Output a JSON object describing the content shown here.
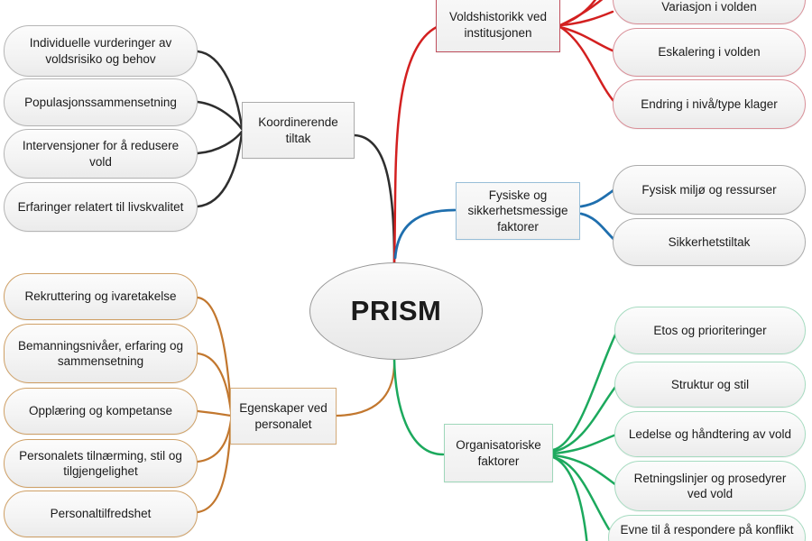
{
  "center": {
    "label": "PRISM"
  },
  "branches": [
    {
      "id": "koordinerende-tiltak",
      "label": "Koordinerende tiltak",
      "line_color": "#2e2e2e",
      "box_border": "#ababab",
      "leaf_border": "#b6b6b6",
      "leaves": [
        "Individuelle vurderinger av voldsrisiko og behov",
        "Populasjonssammensetning",
        "Intervensjoner for å redusere vold",
        "Erfaringer relatert til livskvalitet"
      ]
    },
    {
      "id": "voldshistorikk",
      "label": "Voldshistorikk ved institusjonen",
      "line_color": "#d32020",
      "box_border": "#c0505e",
      "leaf_border": "#d98f98",
      "leaves": [
        "Variasjon i volden",
        "Eskalering  i volden",
        "Endring i nivå/type klager"
      ]
    },
    {
      "id": "fysiske-sikkerhetsmessige",
      "label": "Fysiske og sikkerhetsmessige faktorer",
      "line_color": "#1f6fae",
      "box_border": "#97bed8",
      "leaf_border": "#ababab",
      "leaves": [
        "Fysisk miljø og ressurser",
        "Sikkerhetstiltak"
      ]
    },
    {
      "id": "egenskaper-personalet",
      "label": "Egenskaper ved personalet",
      "line_color": "#c2772e",
      "box_border": "#d4aa78",
      "leaf_border": "#cfa066",
      "leaves": [
        "Rekruttering og ivaretakelse",
        "Bemanningsnivåer, erfaring og sammensetning",
        "Opplæring og kompetanse",
        "Personalets tilnærming, stil og tilgjengelighet",
        "Personaltilfredshet"
      ]
    },
    {
      "id": "organisatoriske-faktorer",
      "label": "Organisatoriske faktorer",
      "line_color": "#1ca95d",
      "box_border": "#9ed7ba",
      "leaf_border": "#a6dbc0",
      "leaves": [
        "Etos og prioriteringer",
        "Struktur og stil",
        "Ledelse og håndtering av vold",
        "Retningslinjer og prosedyrer ved vold",
        "Evne til å respondere på konflikt"
      ]
    }
  ]
}
